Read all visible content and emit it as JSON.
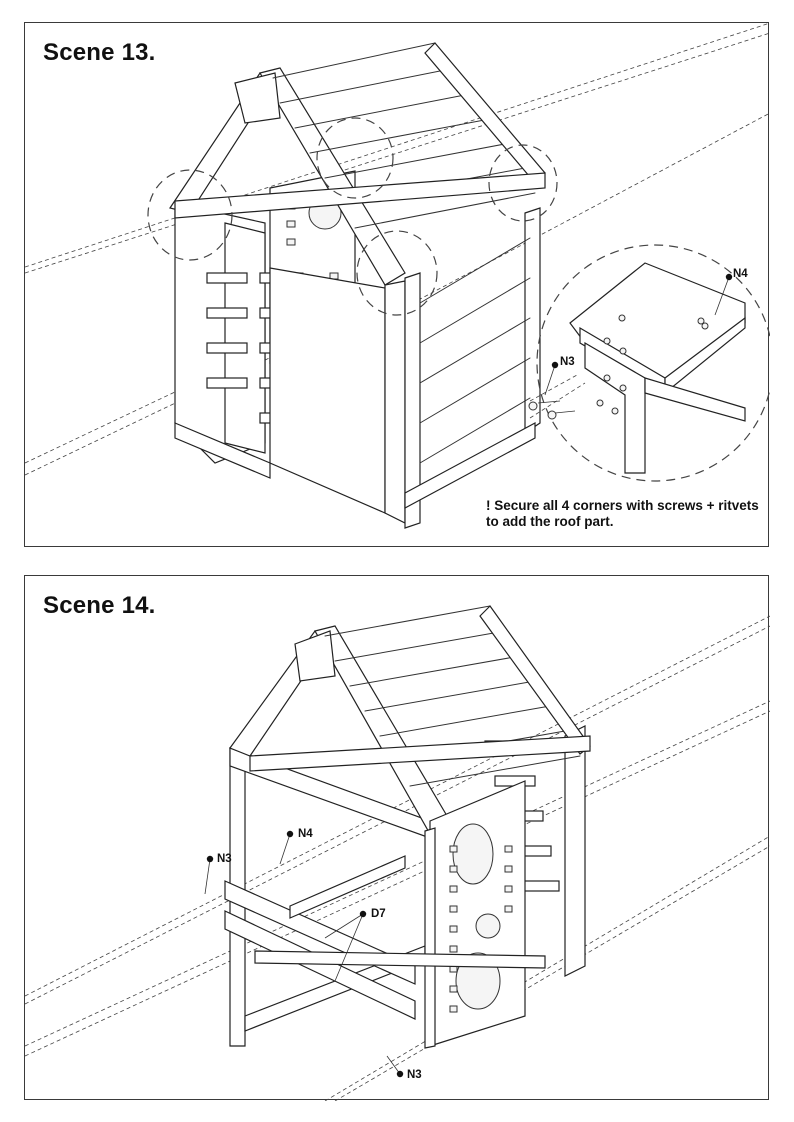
{
  "scene13": {
    "title": "Scene 13.",
    "note": "! Secure all 4 corners with screws + ritvets to add the roof part.",
    "labels": {
      "n4": "N4",
      "n3": "N3"
    }
  },
  "scene14": {
    "title": "Scene 14.",
    "labels": {
      "n3_left": "N3",
      "n4": "N4",
      "d7": "D7",
      "n3_bottom": "N3"
    }
  }
}
